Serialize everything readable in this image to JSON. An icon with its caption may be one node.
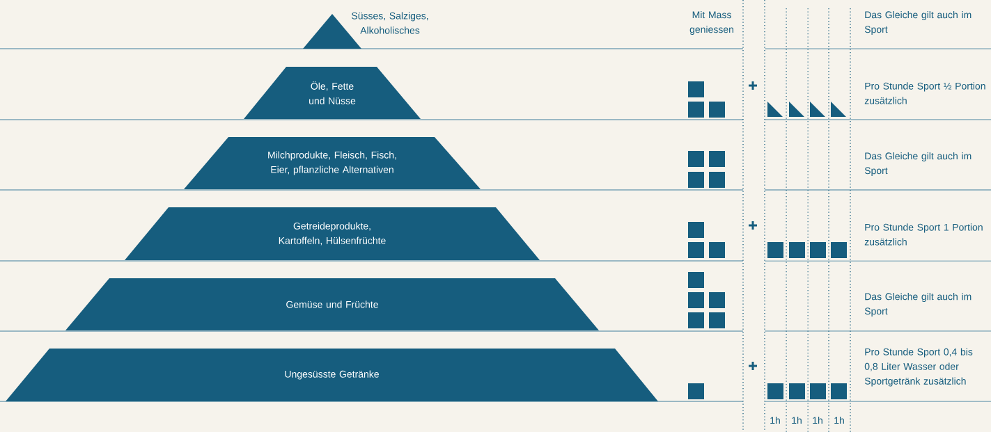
{
  "diagram": {
    "nodes": [
      {
        "text": [],
        "shape": "triangle",
        "beside": [
          "Süsses, Salziges, Alkoholisches"
        ]
      },
      {
        "text": [
          "Öle, Fette und Nüsse"
        ]
      },
      {
        "text": [
          "Milchprodukte, Fleisch, Fisch, Eier, pflanzliche Alternativen"
        ]
      },
      {
        "text": [
          "Getreideprodukte, Kartoffeln, Hülsenfrüchte"
        ]
      },
      {
        "text": [
          "Gemüse und Früchte"
        ]
      },
      {
        "text": [
          "Ungesüsste Getränke"
        ]
      }
    ],
    "labels": [
      "Mit Mass geniessen",
      "Das Gleiche gilt auch im Sport",
      "Pro Stunde Sport ½ Portion zusätzlich",
      "Das Gleiche gilt auch im Sport",
      "Pro Stunde Sport 1 Portion zusätzlich",
      "Das Gleiche gilt auch im Sport",
      "Pro Stunde Sport 0,4 bis 0,8 Liter Wasser oder Sportgetränk zusätzlich",
      "1h",
      "1h",
      "1h",
      "1h"
    ]
  }
}
